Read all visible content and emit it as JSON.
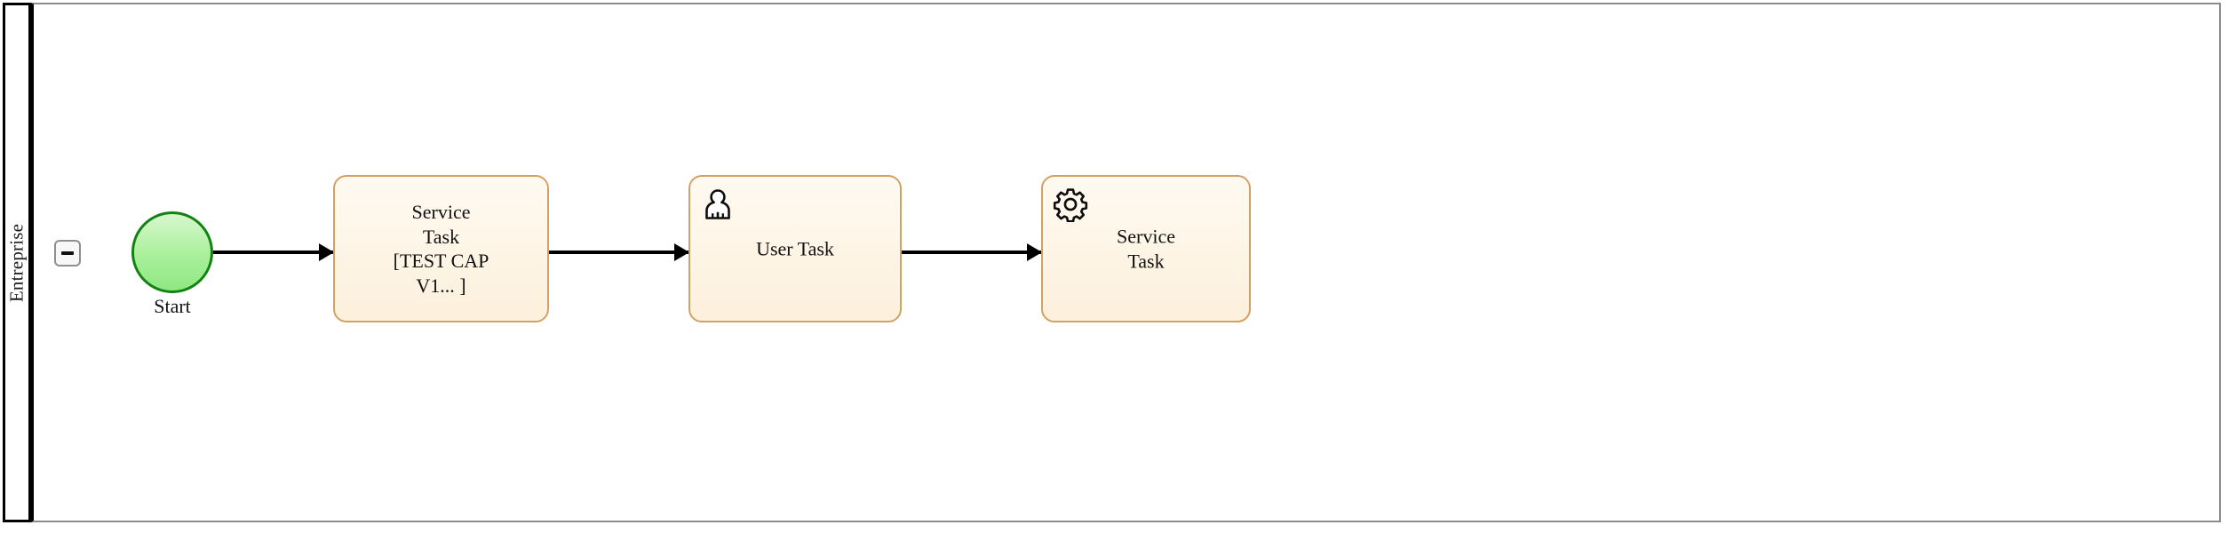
{
  "diagram": {
    "type": "bpmn-process",
    "pool": {
      "name": "Entreprise",
      "collapse_button_label": "−"
    },
    "nodes": [
      {
        "id": "start",
        "kind": "start-event",
        "label": "Start",
        "fill": "#a8f09a",
        "stroke": "#128312"
      },
      {
        "id": "task-1",
        "kind": "service-task",
        "label": "Service\nTask\n[TEST CAP\nV1... ]",
        "icon": "none",
        "fill": "#fdf0dc",
        "stroke": "#d2a265"
      },
      {
        "id": "task-2",
        "kind": "user-task",
        "label": "User Task",
        "icon": "user-icon",
        "fill": "#fdf0dc",
        "stroke": "#d2a265"
      },
      {
        "id": "task-3",
        "kind": "service-task",
        "label": "Service\nTask",
        "icon": "gear-icon",
        "fill": "#fdf0dc",
        "stroke": "#d2a265"
      }
    ],
    "flows": [
      {
        "id": "flow-1",
        "from": "start",
        "to": "task-1"
      },
      {
        "id": "flow-2",
        "from": "task-1",
        "to": "task-2"
      },
      {
        "id": "flow-3",
        "from": "task-2",
        "to": "task-3"
      }
    ],
    "colors": {
      "pool_border": "#000000",
      "lane_border": "#8c8c8c",
      "connector": "#000000",
      "canvas_background": "#ffffff"
    }
  }
}
